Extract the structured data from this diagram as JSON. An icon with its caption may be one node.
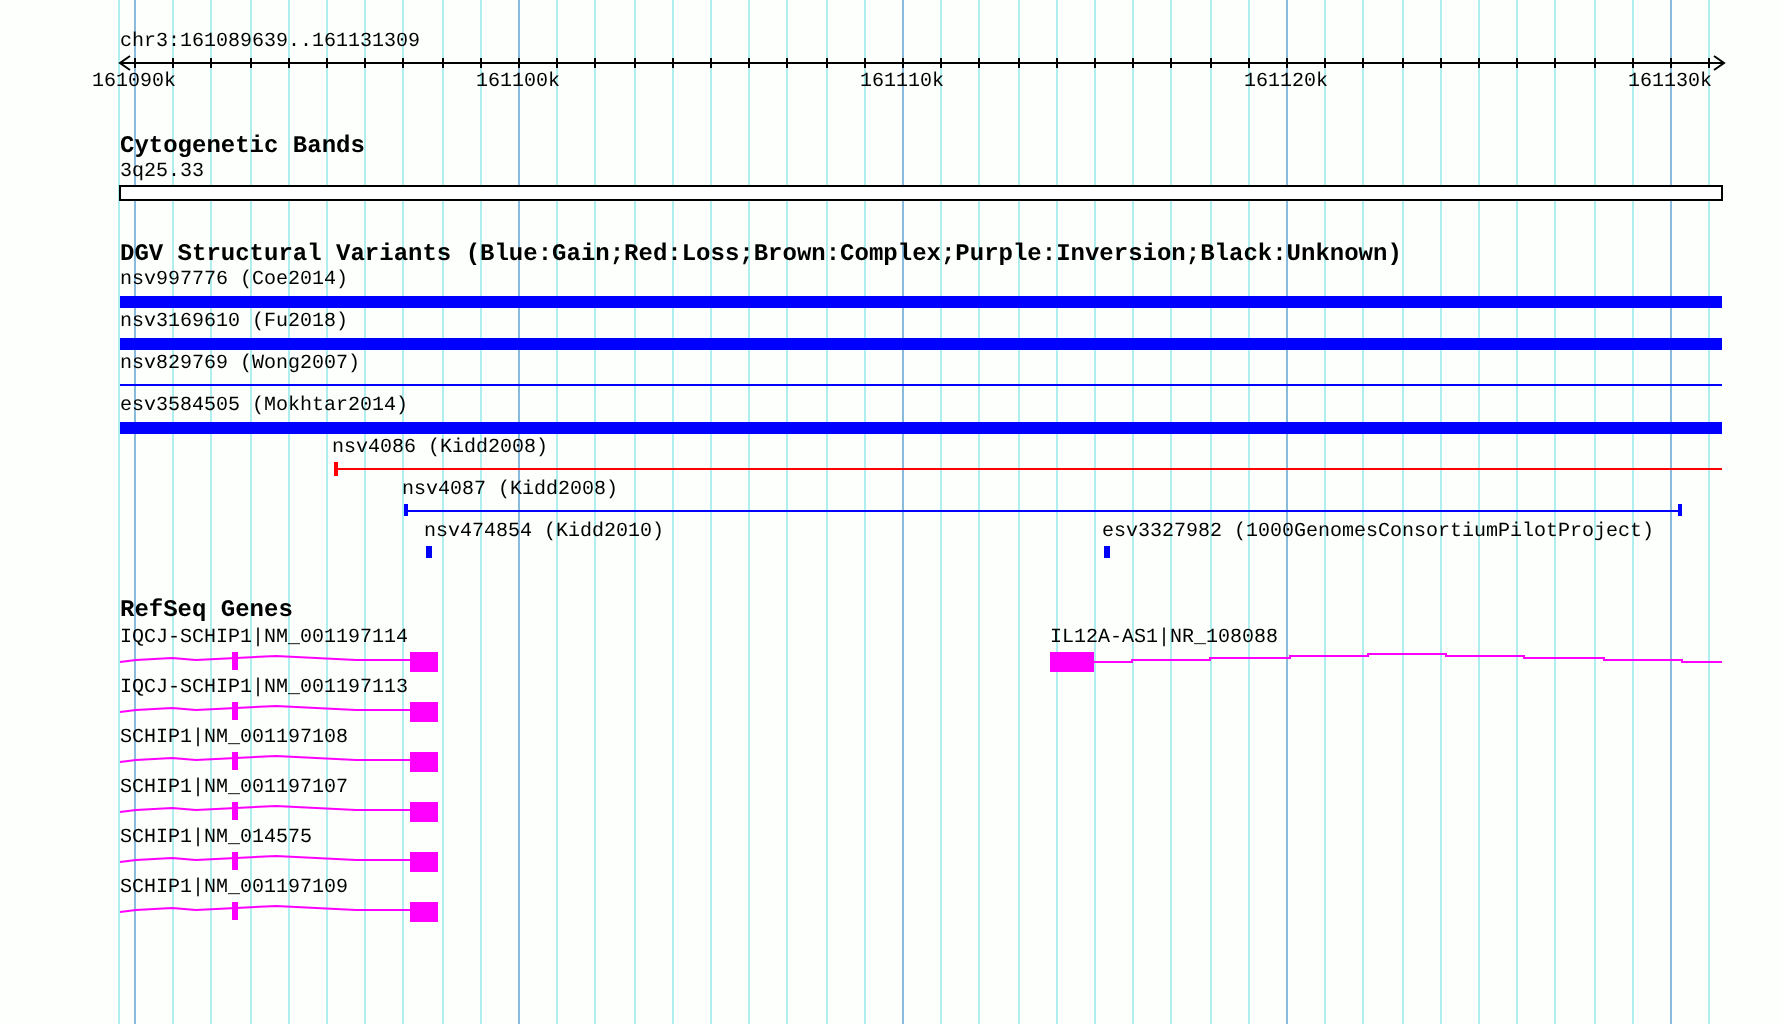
{
  "diagram": {
    "nodes": [
      {
        "text": [
          "3q25.33"
        ]
      },
      {
        "text": [
          "nsv997776 (Coe2014)"
        ]
      },
      {
        "text": [
          "nsv3169610 (Fu2018)"
        ]
      },
      {
        "text": [
          "nsv829769 (Wong2007)"
        ]
      },
      {
        "text": [
          "esv3584505 (Mokhtar2014)"
        ]
      },
      {
        "text": [
          "nsv4086 (Kidd2008)"
        ]
      },
      {
        "text": [
          "nsv4087 (Kidd2008)"
        ]
      },
      {
        "text": [
          "nsv474854 (Kidd2010)"
        ]
      },
      {
        "text": [
          "esv3327982 (1000GenomesConsortiumPilotProject)"
        ]
      },
      {
        "text": [
          "IQCJ-SCHIP1|NM_001197114"
        ]
      },
      {
        "text": [
          "IQCJ-SCHIP1|NM_001197113"
        ]
      },
      {
        "text": [
          "SCHIP1|NM_001197108"
        ]
      },
      {
        "text": [
          "SCHIP1|NM_001197107"
        ]
      },
      {
        "text": [
          "SCHIP1|NM_014575"
        ]
      },
      {
        "text": [
          "SCHIP1|NM_001197109"
        ]
      },
      {
        "text": [
          "IL12A-AS1|NR_108088"
        ]
      }
    ],
    "labels": [
      "chr3:161089639..161131309",
      "161090k",
      "161100k",
      "161110k",
      "161120k",
      "161130k",
      "Cytogenetic Bands",
      "DGV Structural Variants (Blue:Gain;Red:Loss;Brown:Complex;Purple:Inversion;Black:Unknown)",
      "RefSeq Genes"
    ]
  }
}
